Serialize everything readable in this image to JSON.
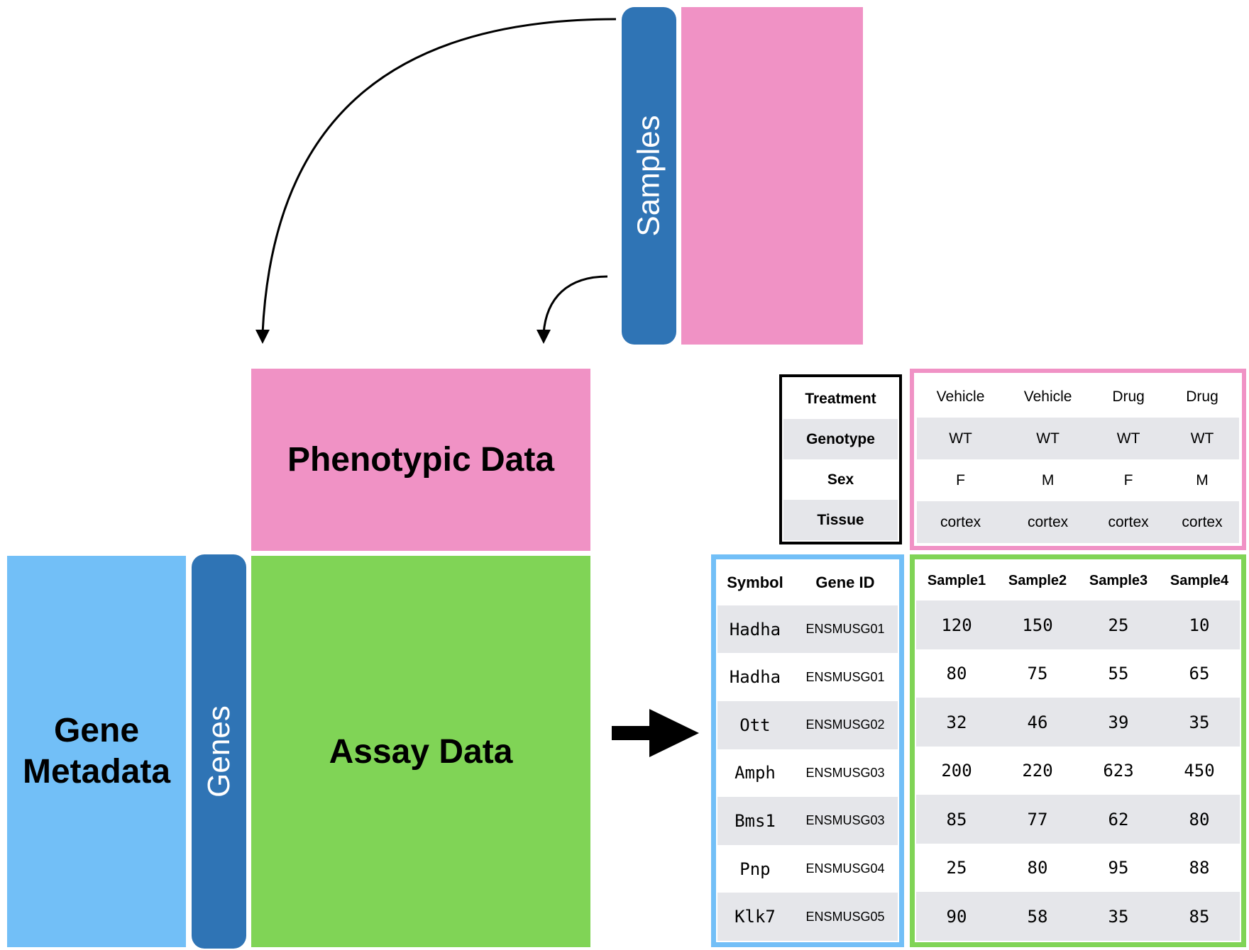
{
  "samples_label": "Samples",
  "genes_label": "Genes",
  "phenotypic_label": "Phenotypic Data",
  "assay_label": "Assay Data",
  "gene_metadata_label": [
    "Gene",
    "Metadata"
  ],
  "pheno_table": {
    "row_labels": [
      "Treatment",
      "Genotype",
      "Sex",
      "Tissue"
    ],
    "rows": [
      [
        "Vehicle",
        "Vehicle",
        "Drug",
        "Drug"
      ],
      [
        "WT",
        "WT",
        "WT",
        "WT"
      ],
      [
        "F",
        "M",
        "F",
        "M"
      ],
      [
        "cortex",
        "cortex",
        "cortex",
        "cortex"
      ]
    ]
  },
  "gene_table": {
    "headers": [
      "Symbol",
      "Gene ID"
    ],
    "rows": [
      [
        "Hadha",
        "ENSMUSG01"
      ],
      [
        "Hadha",
        "ENSMUSG01"
      ],
      [
        "Ott",
        "ENSMUSG02"
      ],
      [
        "Amph",
        "ENSMUSG03"
      ],
      [
        "Bms1",
        "ENSMUSG03"
      ],
      [
        "Pnp",
        "ENSMUSG04"
      ],
      [
        "Klk7",
        "ENSMUSG05"
      ]
    ]
  },
  "assay_table": {
    "headers": [
      "Sample1",
      "Sample2",
      "Sample3",
      "Sample4"
    ],
    "rows": [
      [
        "120",
        "150",
        "25",
        "10"
      ],
      [
        "80",
        "75",
        "55",
        "65"
      ],
      [
        "32",
        "46",
        "39",
        "35"
      ],
      [
        "200",
        "220",
        "623",
        "450"
      ],
      [
        "85",
        "77",
        "62",
        "80"
      ],
      [
        "25",
        "80",
        "95",
        "88"
      ],
      [
        "90",
        "58",
        "35",
        "85"
      ]
    ]
  },
  "colors": {
    "pink": "#f092c5",
    "light_blue": "#72bff7",
    "dark_blue": "#2f74b5",
    "green": "#80d456",
    "shade": "#e5e6ea"
  }
}
